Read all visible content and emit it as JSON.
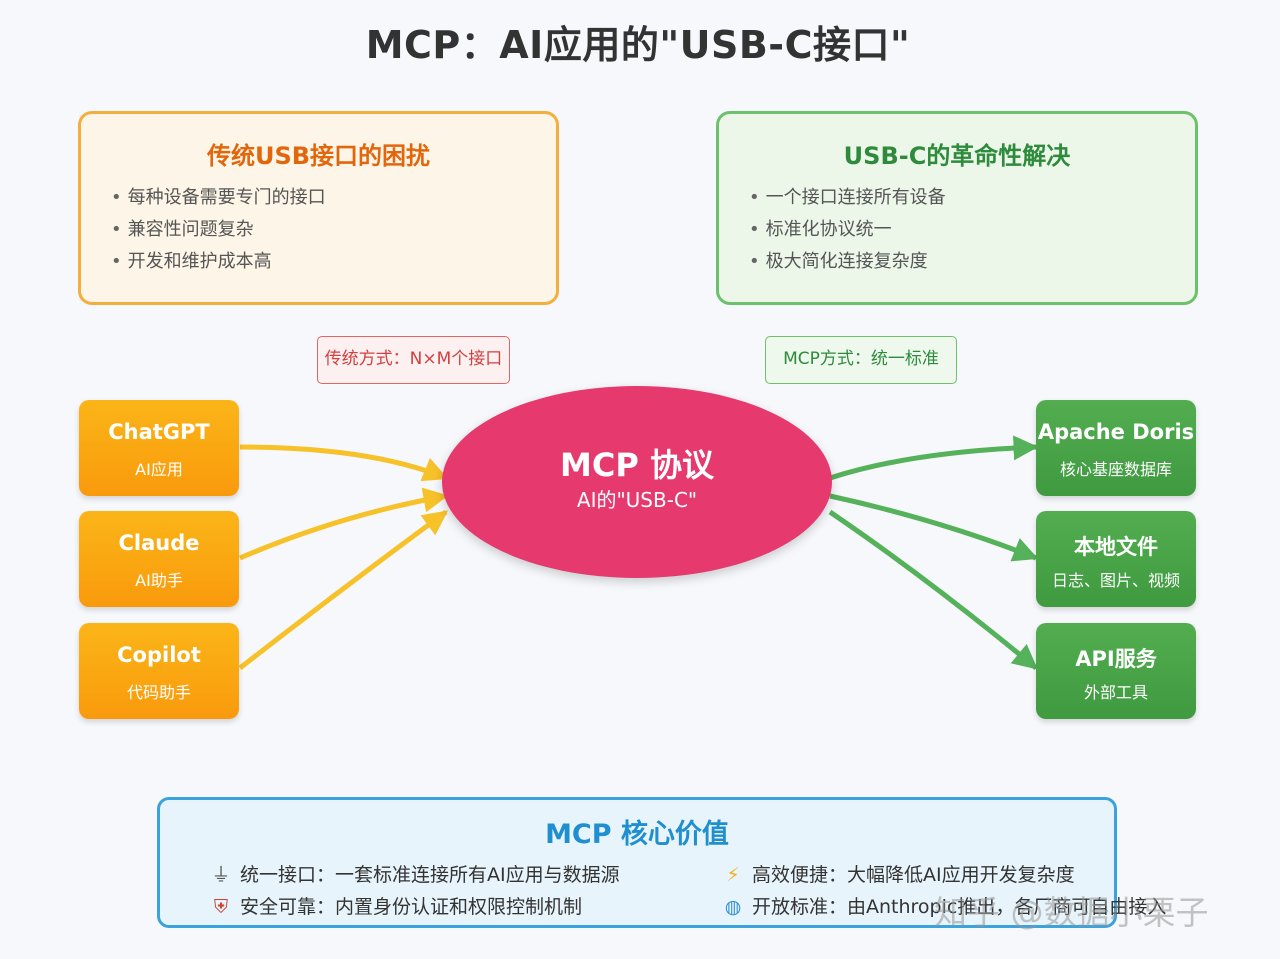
{
  "title": "MCP：AI应用的\"USB-C接口\"",
  "traditional": {
    "heading": "传统USB接口的困扰",
    "items": [
      "每种设备需要专门的接口",
      "兼容性问题复杂",
      "开发和维护成本高"
    ]
  },
  "usbc": {
    "heading": "USB-C的革命性解决",
    "items": [
      "一个接口连接所有设备",
      "标准化协议统一",
      "极大简化连接复杂度"
    ]
  },
  "labels": {
    "traditional_way": "传统方式：N×M个接口",
    "mcp_way": "MCP方式：统一标准"
  },
  "clients": [
    {
      "name": "ChatGPT",
      "sub": "AI应用"
    },
    {
      "name": "Claude",
      "sub": "AI助手"
    },
    {
      "name": "Copilot",
      "sub": "代码助手"
    }
  ],
  "center": {
    "name": "MCP 协议",
    "sub": "AI的\"USB-C\""
  },
  "servers": [
    {
      "name": "Apache Doris",
      "sub": "核心基座数据库"
    },
    {
      "name": "本地文件",
      "sub": "日志、图片、视频"
    },
    {
      "name": "API服务",
      "sub": "外部工具"
    }
  ],
  "values": {
    "heading": "MCP 核心价值",
    "items": [
      {
        "icon": "plug-icon",
        "text": "统一接口：一套标准连接所有AI应用与数据源"
      },
      {
        "icon": "lightning-icon",
        "text": "高效便捷：大幅降低AI应用开发复杂度"
      },
      {
        "icon": "shield-icon",
        "text": "安全可靠：内置身份认证和权限控制机制"
      },
      {
        "icon": "globe-icon",
        "text": "开放标准：由Anthropic推出，各厂商可自由接入"
      }
    ]
  },
  "watermark": "知乎 @数据小栗子",
  "colors": {
    "client": "#f9a712",
    "center": "#e6396e",
    "server": "#4aa647",
    "arrow_in": "#f7c12a",
    "arrow_out": "#55b15a"
  }
}
